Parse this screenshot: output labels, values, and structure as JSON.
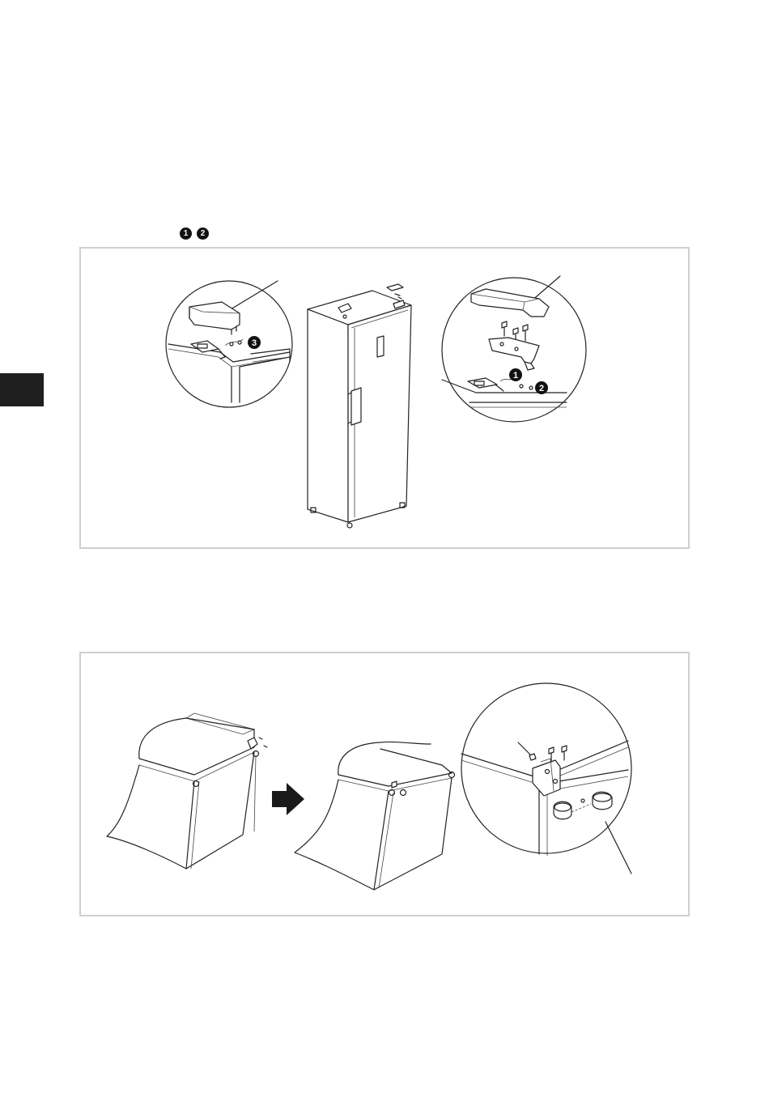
{
  "side_tab": {
    "color": "#1f1f1f"
  },
  "step_refs": [
    "1",
    "2"
  ],
  "callouts": {
    "c1": "1",
    "c2": "2",
    "c3": "3"
  },
  "colors": {
    "panel_border": "#cfcfcf",
    "line": "#222222"
  }
}
